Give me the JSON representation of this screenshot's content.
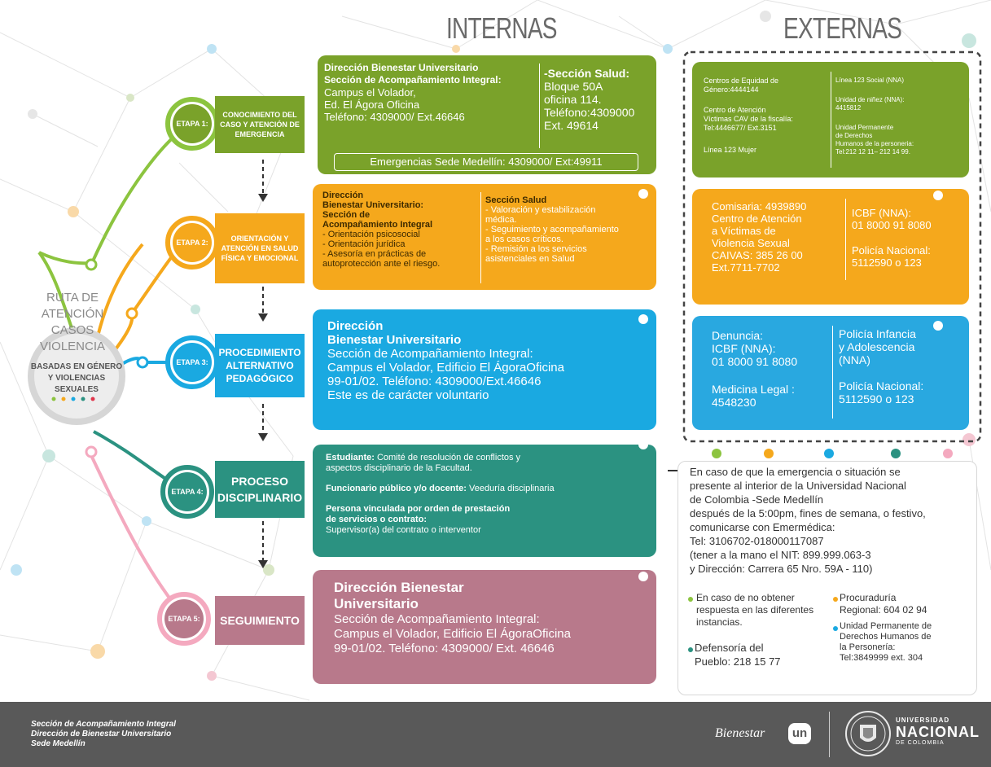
{
  "headings": {
    "internas": "INTERNAS",
    "externas": "EXTERNAS"
  },
  "title": {
    "line1": "RUTA DE ATENCIÓN",
    "line2": "CASOS VIOLENCIA",
    "circle_line1": "BASADAS EN GÉNERO",
    "circle_line2": "Y VIOLENCIAS SEXUALES"
  },
  "stages": [
    {
      "badge": "ETAPA 1:",
      "label": "CONOCIMIENTO DEL CASO Y ATENCIÓN DE EMERGENCIA",
      "color": "#7aa22a"
    },
    {
      "badge": "ETAPA 2:",
      "label": "ORIENTACIÓN Y ATENCIÓN EN SALUD FÍSICA Y EMOCIONAL",
      "color": "#f5a81c"
    },
    {
      "badge": "ETAPA 3:",
      "label": "PROCEDIMIENTO ALTERNATIVO PEDAGÓGICO",
      "color": "#1aa9e1"
    },
    {
      "badge": "ETAPA 4:",
      "label": "PROCESO DISCIPLINARIO",
      "color": "#2b9281"
    },
    {
      "badge": "ETAPA 5:",
      "label": "SEGUIMIENTO",
      "color": "#b8798b"
    }
  ],
  "internas": {
    "card1": {
      "left": [
        "Dirección Bienestar Universitario",
        "Sección de Acompañamiento Integral:",
        "Campus el Volador,",
        "Ed. El Ágora Oficina",
        "Teléfono: 4309000/ Ext.46646"
      ],
      "right": [
        "-Sección Salud:",
        "Bloque 50A",
        "oficina 114.",
        "Teléfono:4309000",
        "Ext. 49614"
      ],
      "emergency": "Emergencias Sede  Medellín: 4309000/ Ext:49911"
    },
    "card2": {
      "left": [
        "Dirección",
        "Bienestar Universitario:",
        "Sección de",
        "Acompañamiento Integral",
        "- Orientación psicosocial",
        "- Orientación jurídica",
        "- Asesoría en prácticas de",
        "autoprotección ante el riesgo."
      ],
      "right": [
        "Sección Salud",
        "- Valoración y estabilización",
        "médica.",
        "- Seguimiento y acompañamiento",
        "a los casos críticos.",
        "- Remisión a los servicios",
        "asistenciales en Salud"
      ]
    },
    "card3": {
      "lines": [
        "Dirección",
        "Bienestar Universitario",
        "Sección de Acompañamiento Integral:",
        "Campus el Volador, Edificio El ÁgoraOficina",
        "99-01/02. Teléfono: 4309000/Ext.46646",
        "Este es de carácter voluntario"
      ]
    },
    "card4": {
      "p1_bold": "Estudiante:",
      "p1_text": " Comité de resolución de conflictos y",
      "p1_text2": "aspectos disciplinario de la Facultad.",
      "p2_bold": "Funcionario público y/o docente:",
      "p2_text": " Veeduría disciplinaria",
      "p3_bold1": "Persona vinculada por orden de prestación",
      "p3_bold2": "de servicios o contrato:",
      "p3_text": "Supervisor(a) del contrato o interventor"
    },
    "card5": {
      "lines": [
        "Dirección Bienestar",
        "Universitario",
        "Sección de Acompañamiento Integral:",
        "Campus el Volador, Edificio El ÁgoraOficina",
        "99-01/02. Teléfono: 4309000/ Ext. 46646"
      ]
    }
  },
  "externas": {
    "card1": {
      "left": [
        "Centros de Equidad de",
        "Género:4444144",
        "Centro de Atención",
        "Víctimas CAV de la fiscalía:",
        "Tel:4446677/ Ext.3151",
        "Línea 123 Mujer"
      ],
      "right": [
        "Línea 123 Social (NNA)",
        "Unidad de niñez (NNA):",
        "4415812",
        "Unidad Permanente",
        "de Derechos",
        "Humanos de la personeria:",
        "Tel:212 12 11– 212 14 99."
      ]
    },
    "card2": {
      "left": [
        "Comisaria: 4939890",
        "Centro de Atención",
        "a Víctimas de",
        "Violencia Sexual",
        "CAIVAS: 385 26 00",
        "Ext.7711-7702"
      ],
      "right": [
        "ICBF (NNA):",
        "01 8000 91 8080",
        "Policía Nacional:",
        "5112590 o 123"
      ]
    },
    "card3": {
      "left": [
        "Denuncia:",
        "ICBF (NNA):",
        "01 8000 91 8080",
        "Medicina Legal :",
        "4548230"
      ],
      "right": [
        "Policía Infancia",
        "y Adolescencia",
        "(NNA)",
        "Policía Nacional:",
        "5112590 o 123"
      ]
    }
  },
  "emergency_note": {
    "lines": [
      "En caso de que la emergencia o situación se",
      "presente al interior de la Universidad Nacional",
      "de Colombia -Sede Medellín",
      "después de la 5:00pm, fines de semana, o festivo,",
      "comunicarse con Emermédica:",
      "Tel: 3106702-018000117087",
      "(tener a la mano el NIT: 899.999.063-3",
      "y Dirección: Carrera 65 Nro. 59A - 110)"
    ],
    "no_answer": [
      "En caso de no obtener",
      "respuesta en las diferentes",
      "instancias."
    ],
    "defensoria": [
      "Defensoría del",
      "Pueblo: 218 15 77"
    ],
    "procuraduria": [
      "Procuraduría",
      "Regional: 604 02 94"
    ],
    "unidad": [
      "Unidad Permanente de",
      "Derechos Humanos de",
      "la Personería:",
      "Tel:3849999 ext. 304"
    ]
  },
  "footer": {
    "line1": "Sección de Acompañamiento Integral",
    "line2": "Dirección de Bienestar Universitario",
    "line3": "Sede Medellín",
    "bienestar": "Bienestar",
    "un": "un",
    "uni1": "UNIVERSIDAD",
    "uni2": "NACIONAL",
    "uni3": "DE COLOMBIA"
  },
  "colors": {
    "green": "#7aa22a",
    "orange": "#f5a81c",
    "blue": "#1aa9e1",
    "teal": "#2b9281",
    "pink": "#b8798b",
    "light_green": "#8cc43f",
    "ext_blue": "#29a8e0",
    "footer": "#595959"
  }
}
